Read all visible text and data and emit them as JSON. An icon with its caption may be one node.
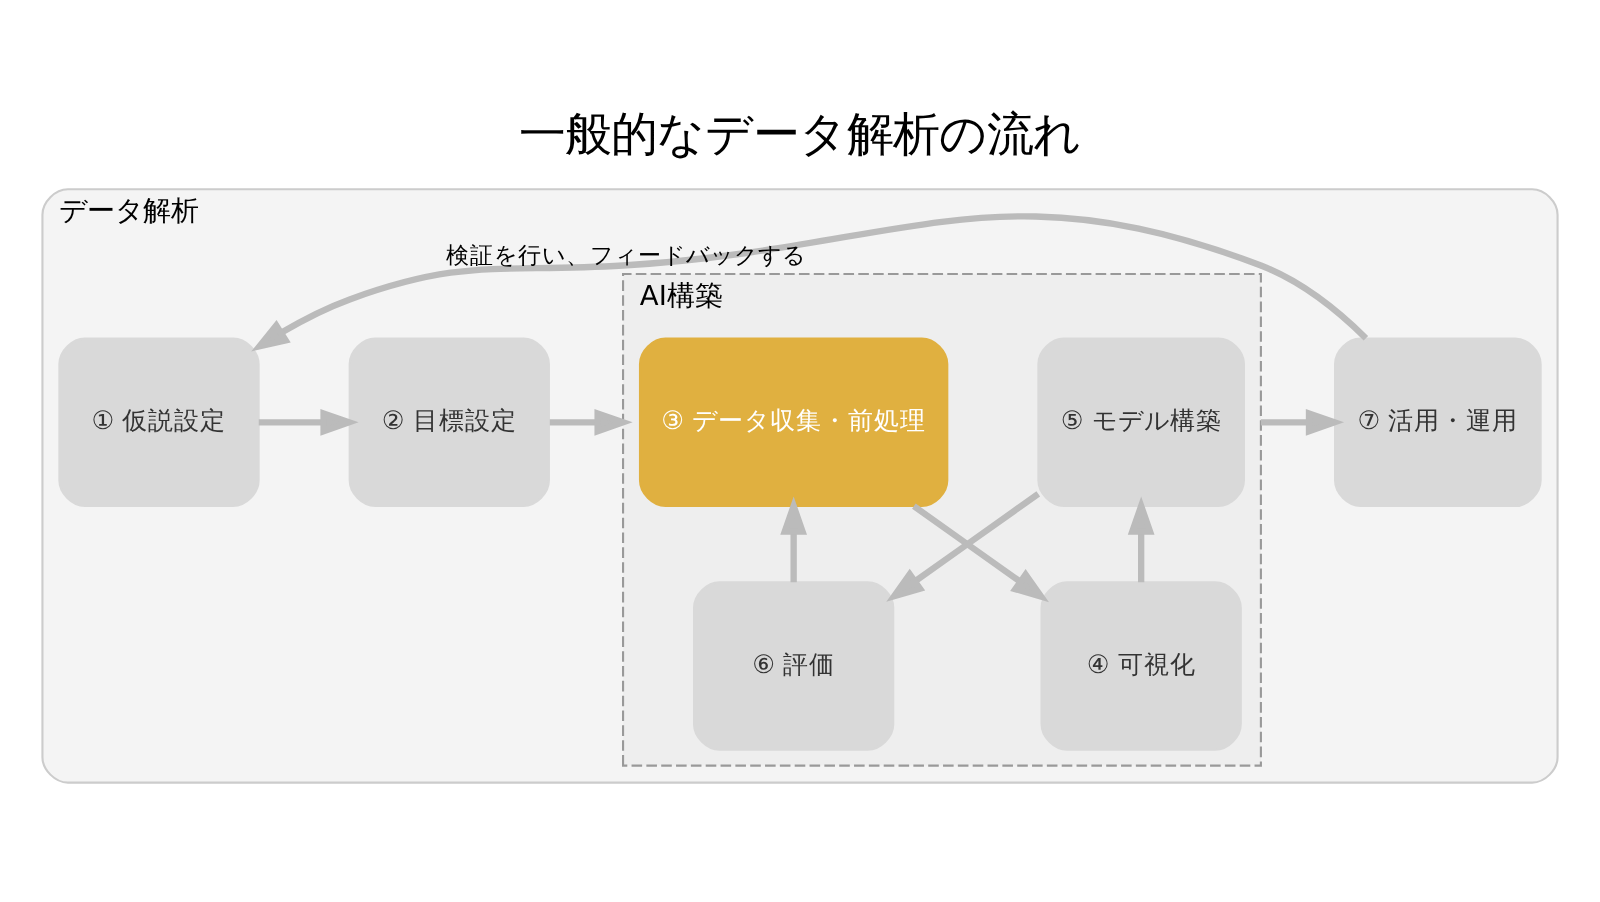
{
  "diagram": {
    "title": "一般的なデータ解析の流れ",
    "nodes": [
      {
        "text": [
          "データ解析"
        ]
      },
      {
        "text": [
          "① 仮説設定"
        ],
        "in": 0
      },
      {
        "text": [
          "② 目標設定"
        ],
        "in": 0
      },
      {
        "text": [
          "AI構築"
        ],
        "in": 0
      },
      {
        "text": [
          "③ データ収集・前処理"
        ],
        "in": 3
      },
      {
        "text": [
          "④ 可視化"
        ],
        "in": 3
      },
      {
        "text": [
          "⑥ 評価"
        ],
        "in": 3
      },
      {
        "text": [
          "⑤ モデル構築"
        ],
        "in": 3
      },
      {
        "text": [
          "⑦ 活用・運用"
        ],
        "in": 0
      }
    ],
    "edges": [
      {
        "from": 1,
        "to": 2,
        "arrow": "to"
      },
      {
        "from": 2,
        "to": 3,
        "arrow": "to"
      },
      {
        "from": 4,
        "to": 5,
        "arrow": "to"
      },
      {
        "from": 5,
        "to": 7,
        "arrow": "to"
      },
      {
        "from": 7,
        "to": 6,
        "arrow": "to"
      },
      {
        "from": 6,
        "to": 4,
        "arrow": "to"
      },
      {
        "from": 3,
        "to": 8,
        "arrow": "to"
      },
      {
        "from": 8,
        "to": 1,
        "arrow": "to",
        "label": "検証を行い、フィードバックする"
      }
    ]
  }
}
